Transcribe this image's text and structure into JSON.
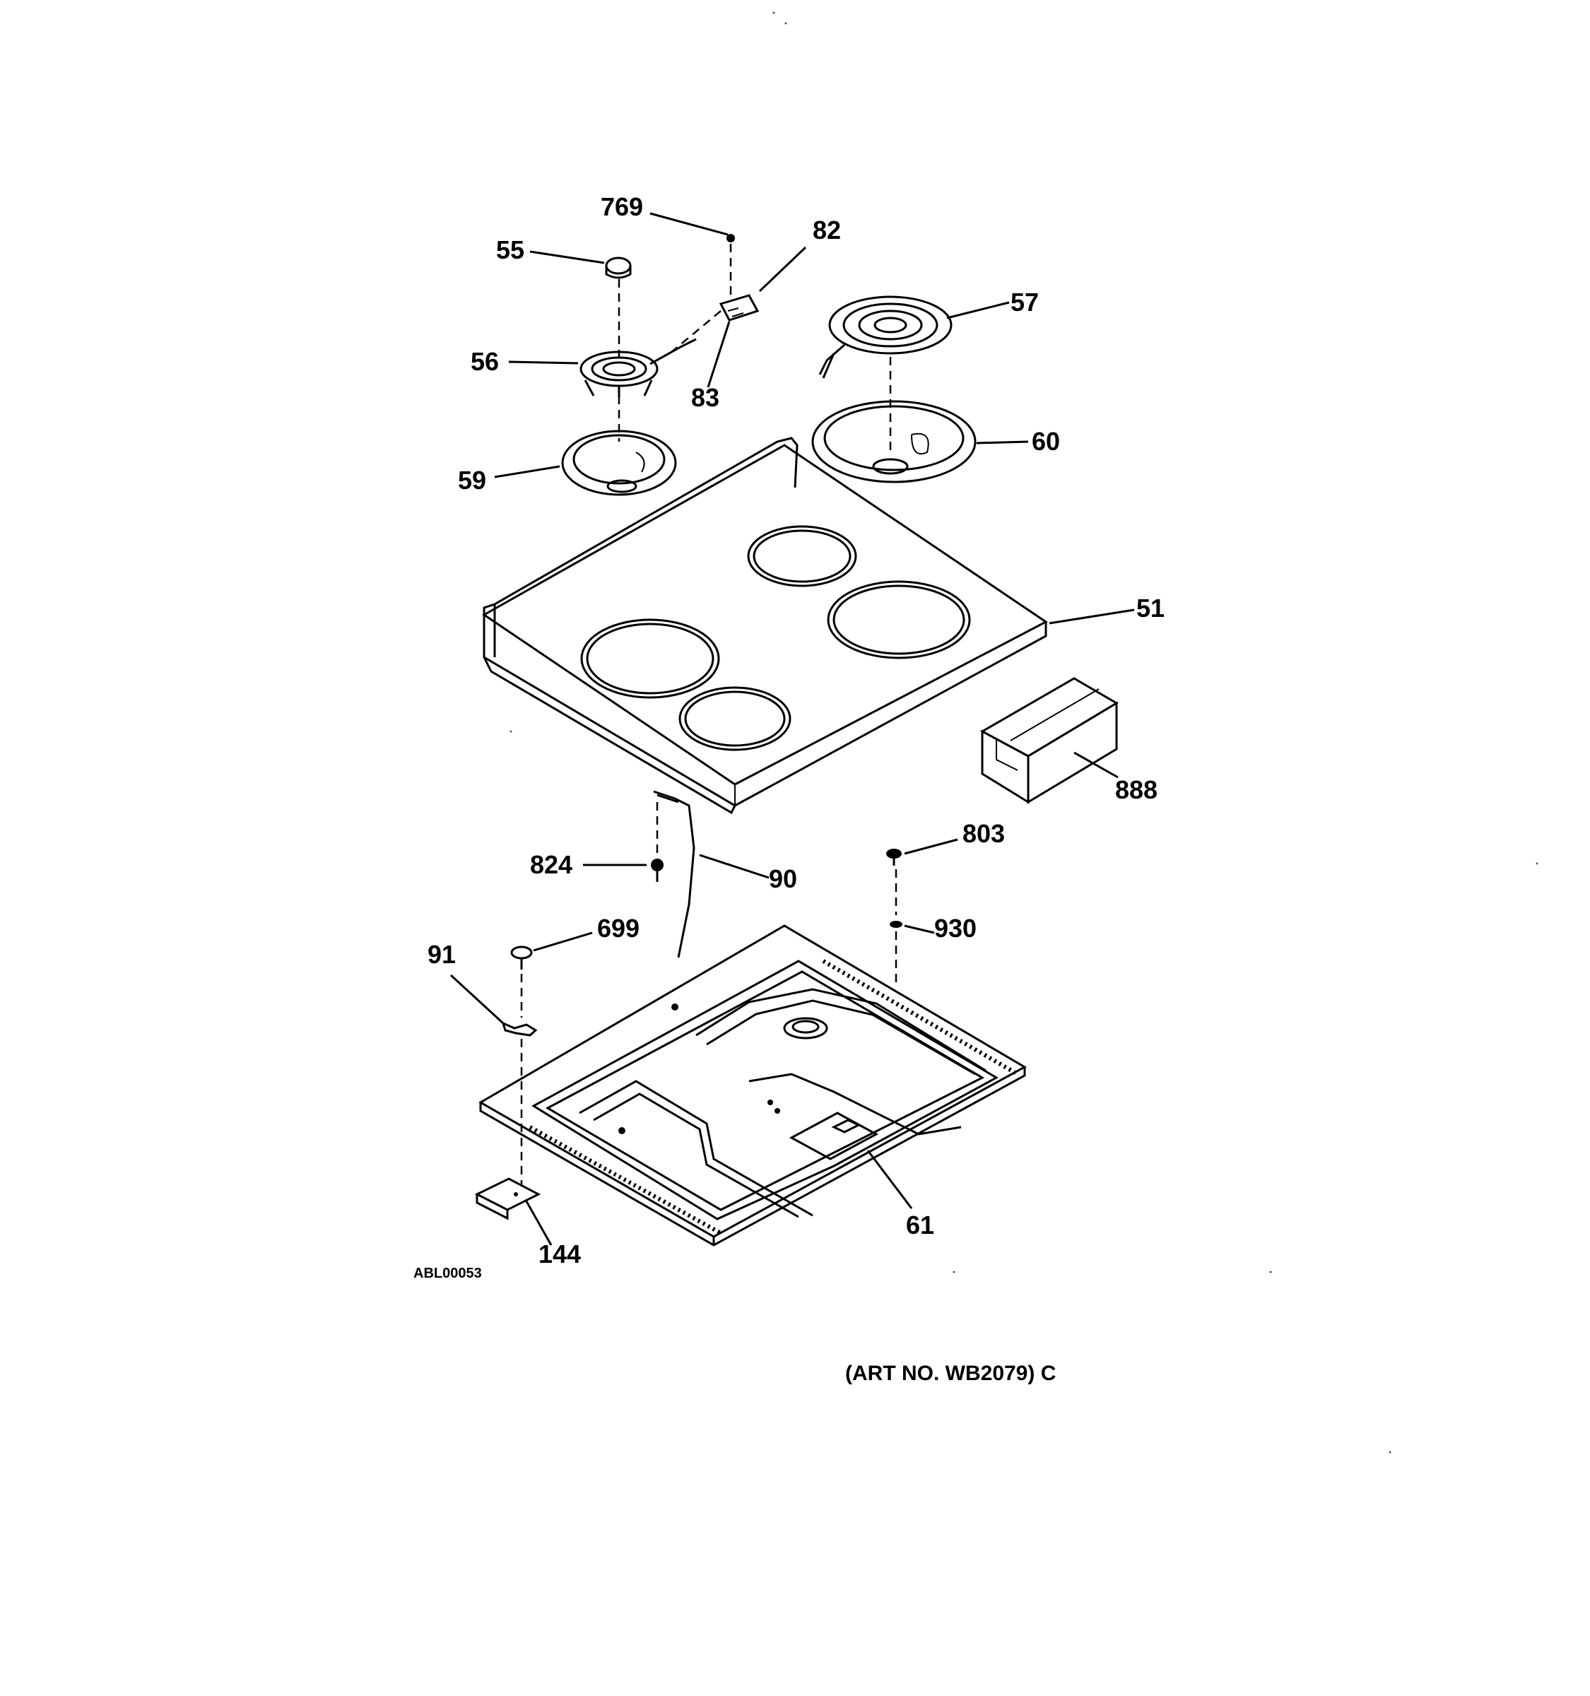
{
  "diagram": {
    "callouts": [
      {
        "id": "769",
        "text": "769"
      },
      {
        "id": "55",
        "text": "55"
      },
      {
        "id": "82",
        "text": "82"
      },
      {
        "id": "57",
        "text": "57"
      },
      {
        "id": "56",
        "text": "56"
      },
      {
        "id": "83",
        "text": "83"
      },
      {
        "id": "60",
        "text": "60"
      },
      {
        "id": "59",
        "text": "59"
      },
      {
        "id": "51",
        "text": "51"
      },
      {
        "id": "888",
        "text": "888"
      },
      {
        "id": "803",
        "text": "803"
      },
      {
        "id": "824",
        "text": "824"
      },
      {
        "id": "90",
        "text": "90"
      },
      {
        "id": "930",
        "text": "930"
      },
      {
        "id": "699",
        "text": "699"
      },
      {
        "id": "91",
        "text": "91"
      },
      {
        "id": "61",
        "text": "61"
      },
      {
        "id": "144",
        "text": "144"
      }
    ],
    "drawing_code": "ABL00053",
    "art_number": "(ART NO. WB2079) C"
  }
}
